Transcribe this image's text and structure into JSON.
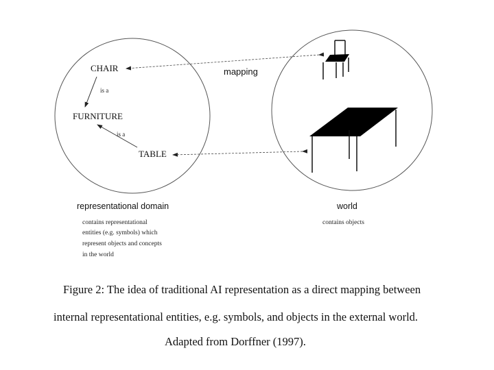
{
  "left_panel": {
    "nodes": {
      "chair": "CHAIR",
      "furniture": "FURNITURE",
      "table": "TABLE"
    },
    "edges": {
      "chair_isa": "is a",
      "table_isa": "is a"
    },
    "title": "representational domain",
    "description": [
      "contains representational",
      "entities (e.g. symbols) which",
      "represent objects and concepts",
      "in the world"
    ]
  },
  "mapping_label": "mapping",
  "right_panel": {
    "title": "world",
    "description": "contains objects"
  },
  "caption": {
    "line1": "Figure 2: The idea of traditional AI representation as a direct  mapping between",
    "line2": "internal representational entities, e.g. symbols, and  objects in the external world.",
    "line3": "Adapted from Dorffner (1997)."
  }
}
